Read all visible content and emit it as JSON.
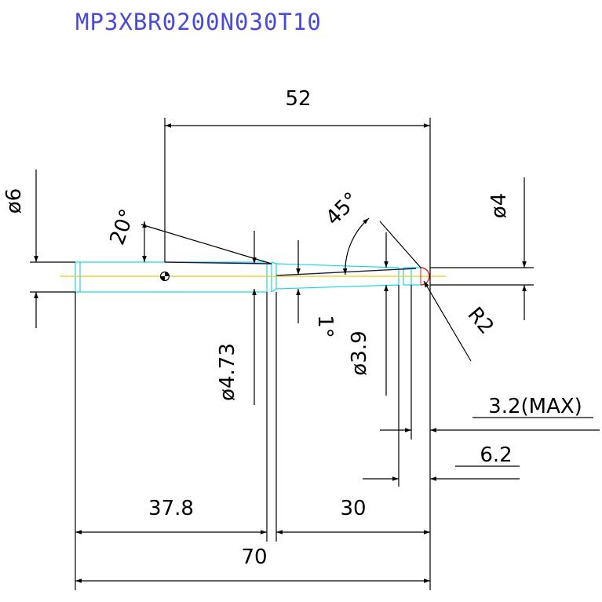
{
  "title": "MP3XBR0200N030T10",
  "dimensions": {
    "length_52": "52",
    "dia_6": "ø6",
    "angle_20": "20°",
    "angle_45": "45°",
    "dia_4": "ø4",
    "angle_1": "1°",
    "dia_4_73": "ø4.73",
    "dia_3_9": "ø3.9",
    "radius_2": "R2",
    "len_3_2_max": "3.2(MAX)",
    "len_6_2": "6.2",
    "len_37_8": "37.8",
    "len_30": "30",
    "len_70": "70"
  },
  "colors": {
    "title": "#4a4ad8",
    "body_outline": "#19d9e6",
    "centerline": "#e6c919",
    "tip": "#d81f1f",
    "line": "#000000",
    "text": "#000000"
  }
}
